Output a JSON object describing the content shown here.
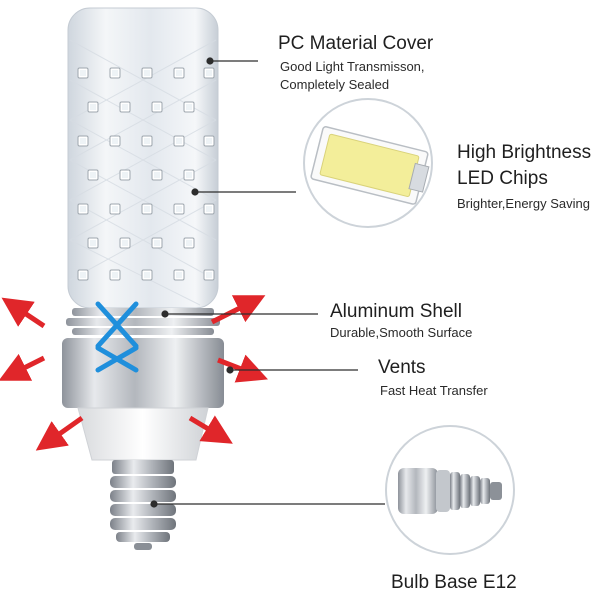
{
  "features": {
    "pc_cover": {
      "title": "PC Material Cover",
      "line1": "Good Light Transmisson,",
      "line2": "Completely Sealed"
    },
    "led_chips": {
      "title_line1": "High Brightness",
      "title_line2": "LED Chips",
      "sub": "Brighter,Energy Saving"
    },
    "aluminum": {
      "title": "Aluminum Shell",
      "sub": "Durable,Smooth Surface"
    },
    "vents": {
      "title": "Vents",
      "sub": "Fast Heat Transfer"
    },
    "base": {
      "title": "Bulb Base E12"
    }
  },
  "colors": {
    "heat_arrow": "#e0262a",
    "airflow_arrow": "#1f8fdc",
    "chip_yellow": "#f3ee9a",
    "metal": "#b9bcc2"
  }
}
